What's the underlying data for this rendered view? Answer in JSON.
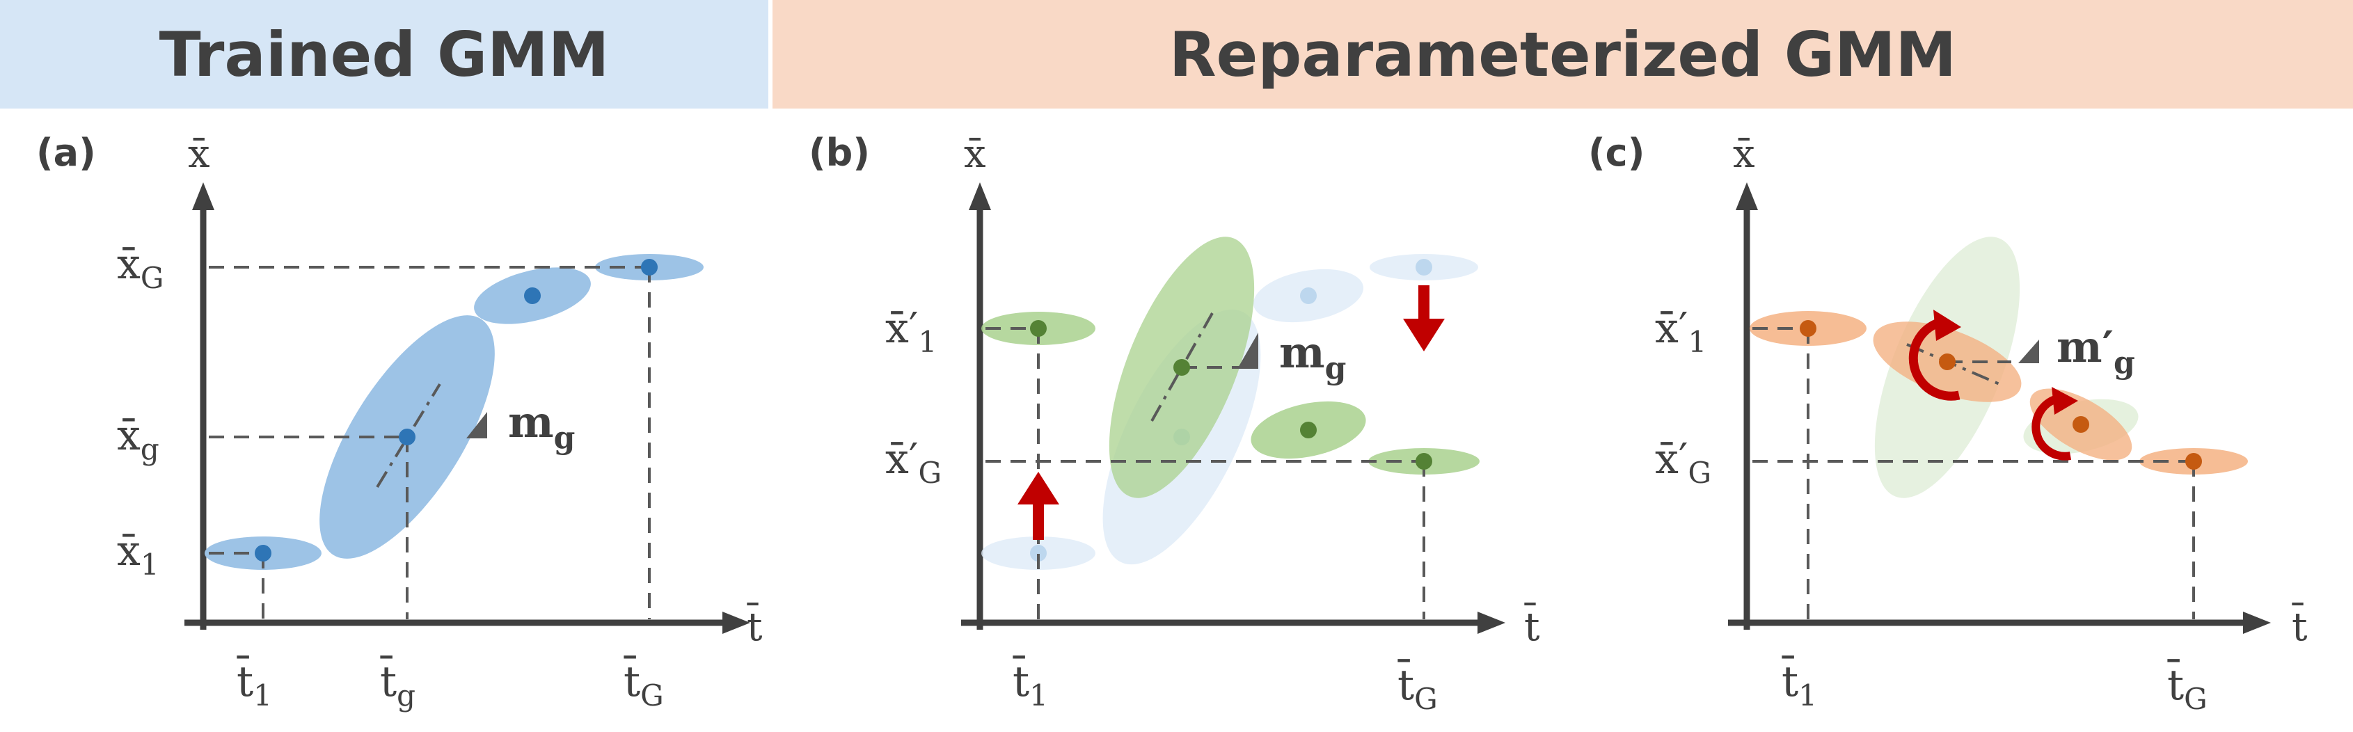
{
  "banners": {
    "left": "Trained GMM",
    "right": "Reparameterized GMM"
  },
  "panels": {
    "a": {
      "label": "(a)",
      "y_axis": "x̄",
      "x_axis": "t̄",
      "y_ticks": [
        "x̄",
        "x̄",
        "x̄"
      ],
      "y_subs": [
        "G",
        "g",
        "1"
      ],
      "x_ticks": [
        "t̄",
        "t̄",
        "t̄"
      ],
      "x_subs": [
        "1",
        "g",
        "G"
      ],
      "annotation": "m",
      "annotation_sub": "g"
    },
    "b": {
      "label": "(b)",
      "y_axis": "x̄",
      "x_axis": "t̄",
      "y_ticks": [
        "x̄′",
        "x̄′"
      ],
      "y_subs": [
        "1",
        "G"
      ],
      "x_ticks": [
        "t̄",
        "t̄"
      ],
      "x_subs": [
        "1",
        "G"
      ],
      "annotation": "m",
      "annotation_sub": "g"
    },
    "c": {
      "label": "(c)",
      "y_axis": "x̄",
      "x_axis": "t̄",
      "y_ticks": [
        "x̄′",
        "x̄′"
      ],
      "y_subs": [
        "1",
        "G"
      ],
      "x_ticks": [
        "t̄",
        "t̄"
      ],
      "x_subs": [
        "1",
        "G"
      ],
      "annotation": "m′",
      "annotation_sub": "g"
    }
  },
  "colors": {
    "blue_fill": "#9dc3e6",
    "blue_dot": "#2e75b6",
    "green_fill": "#a9d18e",
    "green_dot": "#548235",
    "orange_fill": "#f4b183",
    "orange_dot": "#c55a11",
    "arrow_red": "#c00000",
    "axis": "#404040"
  }
}
